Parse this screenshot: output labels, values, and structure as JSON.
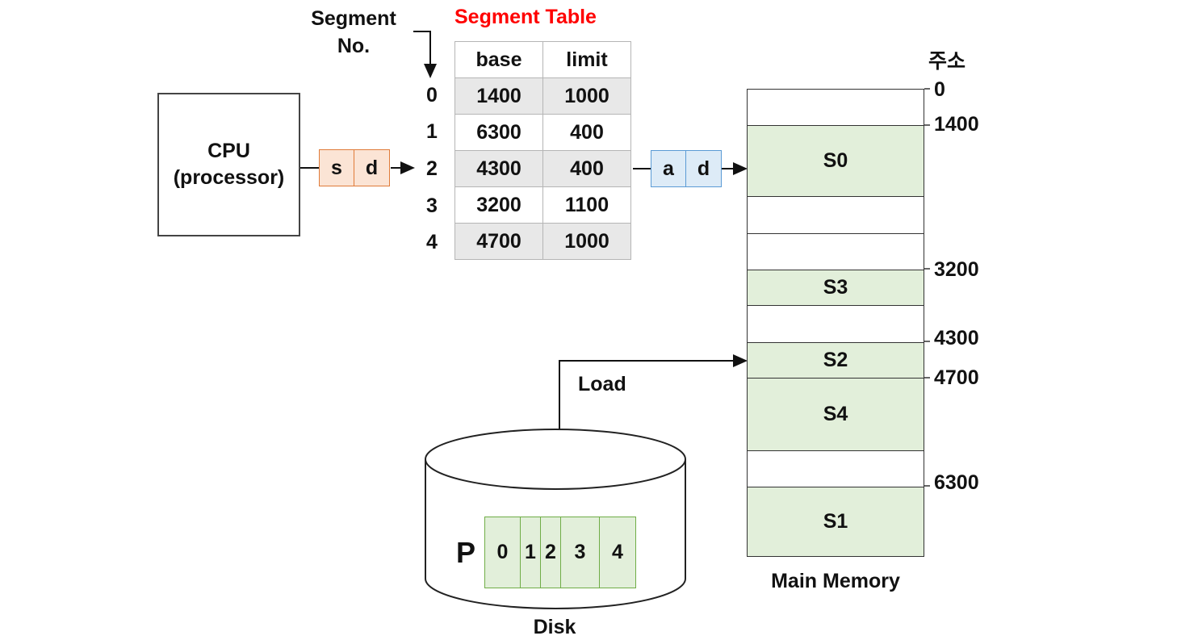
{
  "segment_no_label_1": "Segment",
  "segment_no_label_2": "No.",
  "segment_table": {
    "title": "Segment Table",
    "title_color": "#ff0000",
    "headers": [
      "base",
      "limit"
    ],
    "row_indices": [
      "0",
      "1",
      "2",
      "3",
      "4"
    ],
    "rows": [
      [
        "1400",
        "1000"
      ],
      [
        "6300",
        "400"
      ],
      [
        "4300",
        "400"
      ],
      [
        "3200",
        "1100"
      ],
      [
        "4700",
        "1000"
      ]
    ]
  },
  "cpu": {
    "line1": "CPU",
    "line2": "(processor)"
  },
  "logical_address": {
    "s": "s",
    "d": "d"
  },
  "physical_address": {
    "a": "a",
    "d": "d"
  },
  "memory": {
    "title": "Main Memory",
    "address_header": "주소",
    "addresses": [
      "0",
      "1400",
      "3200",
      "4300",
      "4700",
      "6300"
    ],
    "segments": [
      "S0",
      "S3",
      "S2",
      "S4",
      "S1"
    ]
  },
  "load_label": "Load",
  "disk": {
    "label": "Disk",
    "process_label": "P",
    "cells": [
      "0",
      "1",
      "2",
      "3",
      "4"
    ]
  },
  "colors": {
    "memory_fill": "#e2efda",
    "logical_box": "#fbe4d5",
    "physical_box": "#ddebf7"
  }
}
